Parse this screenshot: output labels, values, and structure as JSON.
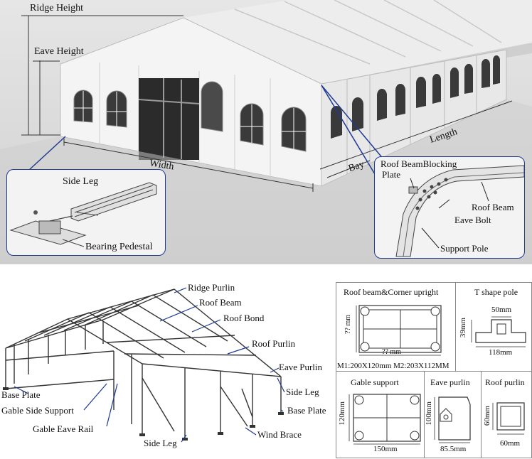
{
  "tent_photo": {
    "ridge_height": "Ridge Height",
    "eave_height": "Eave Height",
    "width": "Width",
    "length": "Length",
    "bay": "Bay",
    "side_leg": "Side Leg",
    "bearing_pedestal": "Bearing Pedestal",
    "roof_beam_blocking_plate_1": "Roof BeamBlocking",
    "roof_beam_blocking_plate_2": "Plate",
    "roof_beam": "Roof  Beam",
    "eave_bolt": "Eave Bolt",
    "support_pole": "Support Pole",
    "colors": {
      "photo_bg": "#dcdcdc",
      "inset_border": "#1f3a93",
      "pointer": "#1f3a93"
    }
  },
  "frame_diagram": {
    "labels": {
      "ridge_purlin": "Ridge Purlin",
      "roof_beam": "Roof Beam",
      "roof_bond": "Roof Bond",
      "roof_purlin": "Roof Purlin",
      "eave_purlin": "Eave Purlin",
      "side_leg_right": "Side Leg",
      "base_plate_right": "Base Plate",
      "wind_brace": "Wind Brace",
      "side_leg_bottom": "Side Leg",
      "gable_eave_rail": "Gable Eave Rail",
      "gable_side_support": "Gable Side Support",
      "base_plate_left": "Base Plate"
    }
  },
  "profiles": {
    "roof_beam_corner": {
      "title": "Roof beam&Corner upright",
      "dim_v": "?? mm",
      "dim_h": "?? mm",
      "spec": "M1:200X120mm   M2:203X112MM"
    },
    "t_shape": {
      "title": "T shape pole",
      "dim_top": "50mm",
      "dim_v": "39mm",
      "dim_h": "118mm"
    },
    "gable_support": {
      "title": "Gable support",
      "dim_v": "120mm",
      "dim_h": "150mm"
    },
    "eave_purlin": {
      "title": "Eave purlin",
      "dim_v": "100mm",
      "dim_h": "85.5mm"
    },
    "roof_purlin": {
      "title": "Roof purlin",
      "dim_v": "60mm",
      "dim_h": "60mm"
    }
  }
}
